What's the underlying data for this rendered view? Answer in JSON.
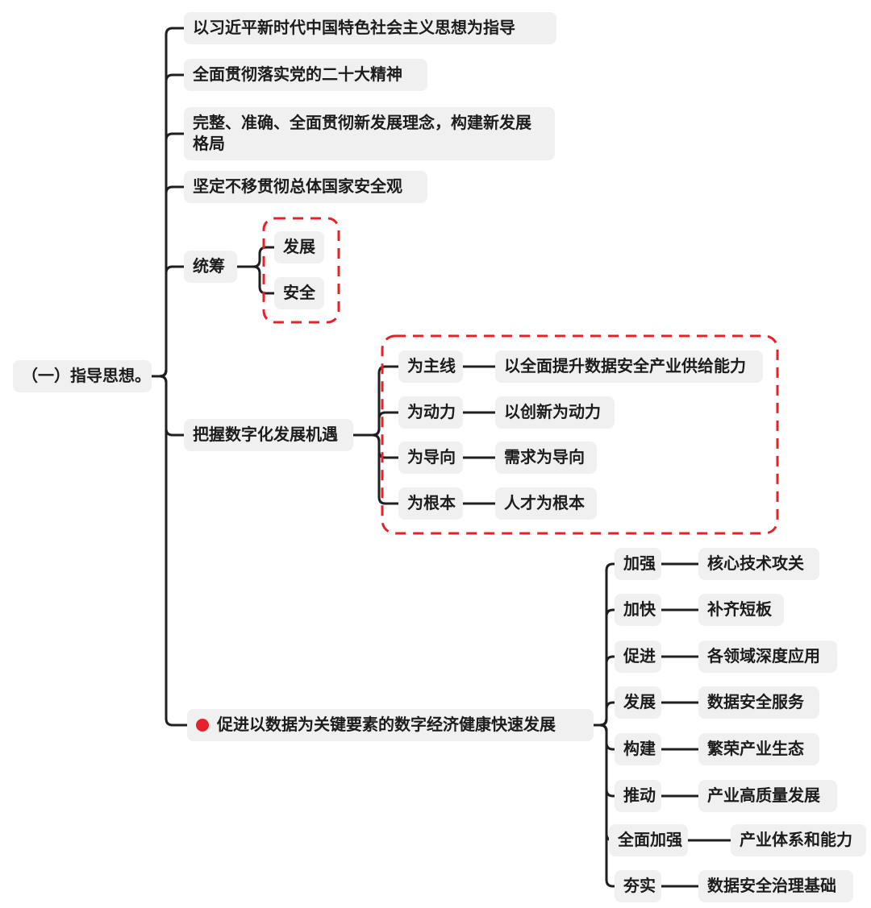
{
  "root": {
    "label": "（一）指导思想。"
  },
  "branches": [
    {
      "label": "以习近平新时代中国特色社会主义思想为指导"
    },
    {
      "label": "全面贯彻落实党的二十大精神"
    },
    {
      "label": "完整、准确、全面贯彻新发展理念，构建新发展格局"
    },
    {
      "label": "坚定不移贯彻总体国家安全观"
    },
    {
      "label": "统筹",
      "children": [
        {
          "label": "发展"
        },
        {
          "label": "安全"
        }
      ]
    },
    {
      "label": "把握数字化发展机遇",
      "children": [
        {
          "label": "为主线",
          "children": [
            {
              "label": "以全面提升数据安全产业供给能力"
            }
          ]
        },
        {
          "label": "为动力",
          "children": [
            {
              "label": "以创新为动力"
            }
          ]
        },
        {
          "label": "为导向",
          "children": [
            {
              "label": "需求为导向"
            }
          ]
        },
        {
          "label": "为根本",
          "children": [
            {
              "label": "人才为根本"
            }
          ]
        }
      ]
    },
    {
      "label": "促进以数据为关键要素的数字经济健康快速发展",
      "bullet": "red-dot",
      "children": [
        {
          "label": "加强",
          "children": [
            {
              "label": "核心技术攻关"
            }
          ]
        },
        {
          "label": "加快",
          "children": [
            {
              "label": "补齐短板"
            }
          ]
        },
        {
          "label": "促进",
          "children": [
            {
              "label": "各领域深度应用"
            }
          ]
        },
        {
          "label": "发展",
          "children": [
            {
              "label": "数据安全服务"
            }
          ]
        },
        {
          "label": "构建",
          "children": [
            {
              "label": "繁荣产业生态"
            }
          ]
        },
        {
          "label": "推动",
          "children": [
            {
              "label": "产业高质量发展"
            }
          ]
        },
        {
          "label": "全面加强",
          "children": [
            {
              "label": "产业体系和能力"
            }
          ]
        },
        {
          "label": "夯实",
          "children": [
            {
              "label": "数据安全治理基础"
            }
          ]
        }
      ]
    }
  ],
  "colors": {
    "highlight": "#e62129",
    "node_bg": "#f0f0f0",
    "connector": "#1f1f1f",
    "text": "#1c1c1c"
  }
}
